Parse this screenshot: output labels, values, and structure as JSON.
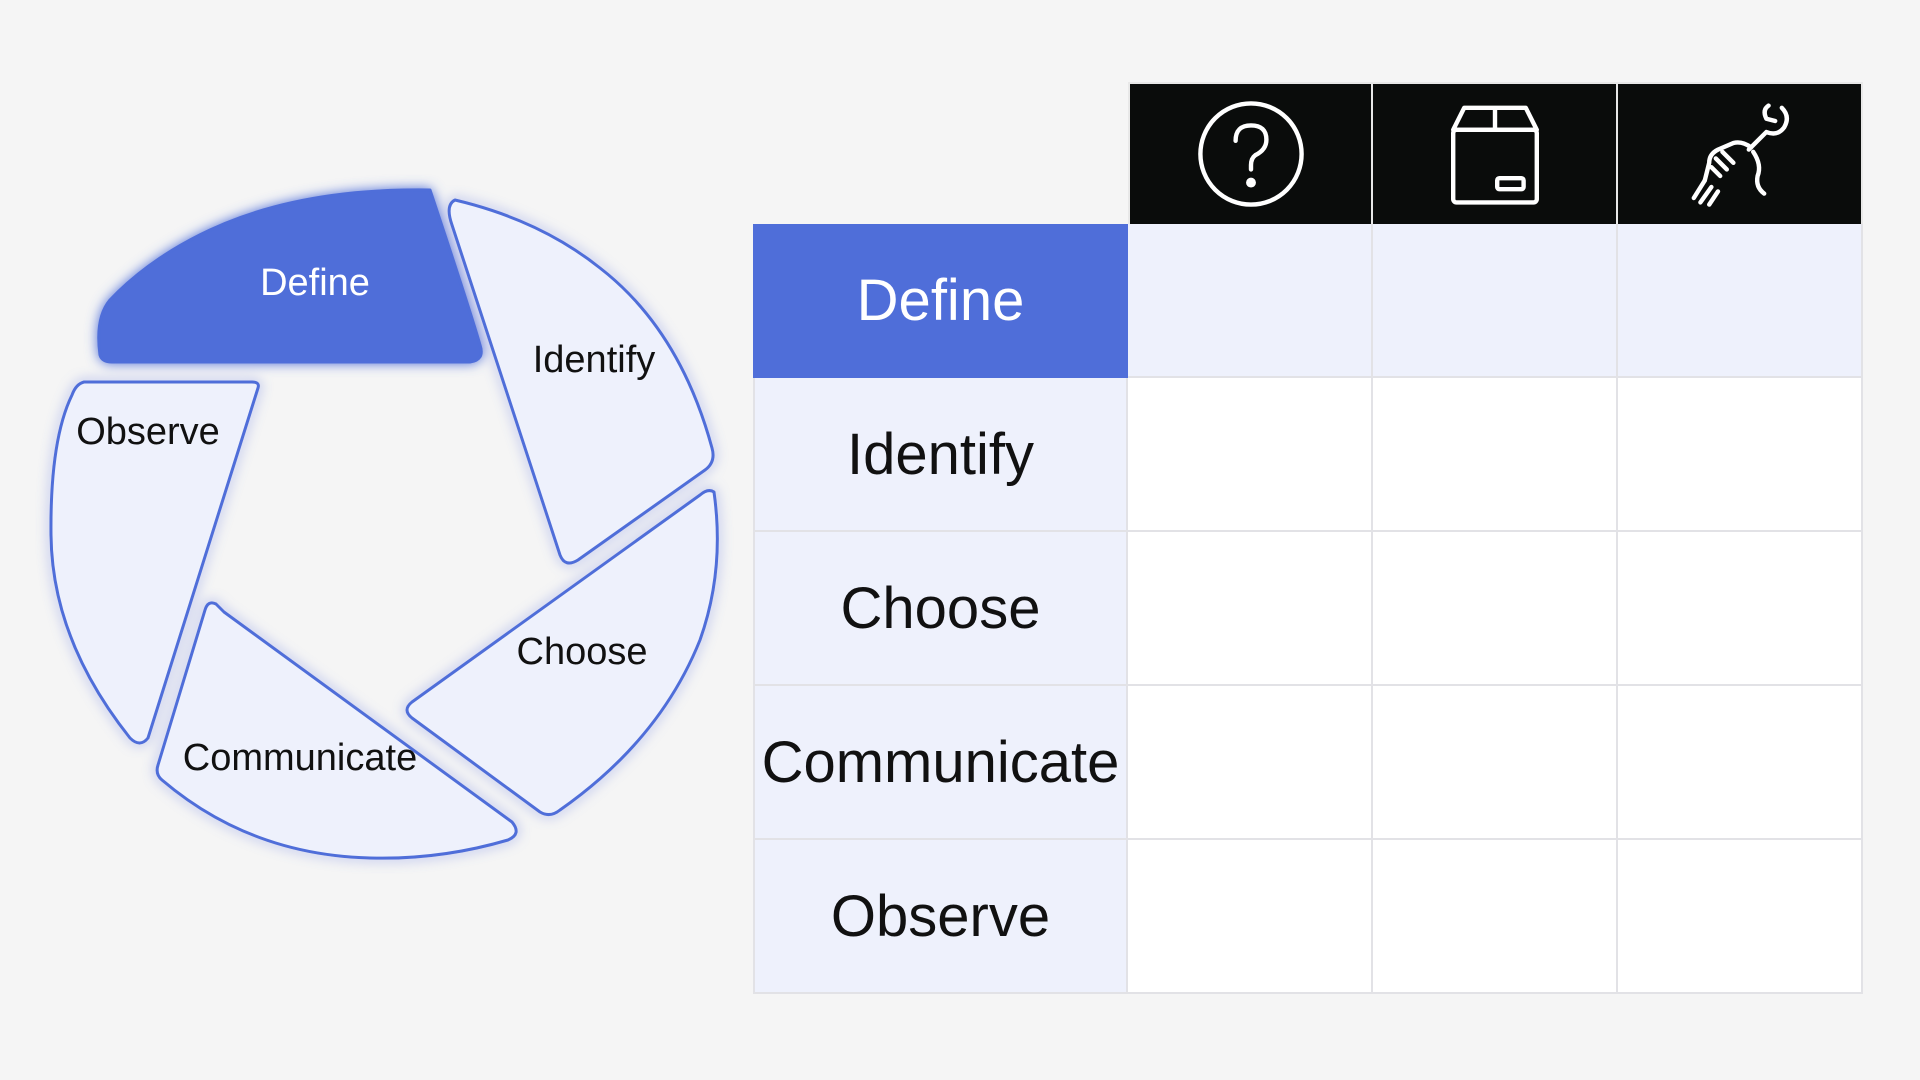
{
  "cycle": {
    "steps": [
      "Define",
      "Identify",
      "Choose",
      "Communicate",
      "Observe"
    ],
    "active_step": "Define"
  },
  "matrix": {
    "column_icons": [
      "question-circle-icon",
      "box-package-icon",
      "hand-wrench-icon"
    ],
    "rows": [
      "Define",
      "Identify",
      "Choose",
      "Communicate",
      "Observe"
    ],
    "highlighted_row": "Define"
  },
  "colors": {
    "accent": "#4f6ed9",
    "segment_fill": "#eef1fc",
    "header_bg": "#0a0c0b",
    "background": "#f5f5f5"
  }
}
